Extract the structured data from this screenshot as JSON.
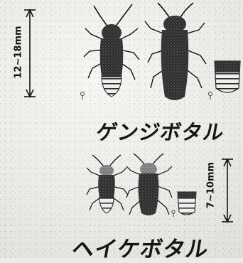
{
  "labels": {
    "genji": "ゲンジボタル",
    "heike": "ヘイケボタル"
  },
  "dimensions": {
    "genji_size": "12~18mm",
    "heike_size": "7~10mm"
  },
  "colors": {
    "ink": "#151515",
    "paper": "#ecebe8"
  }
}
